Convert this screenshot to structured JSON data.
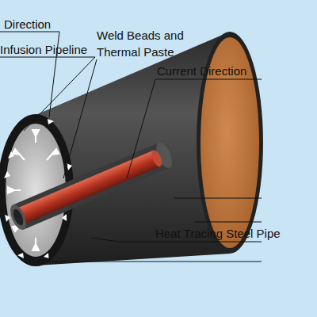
{
  "diagram": {
    "labels": [
      "Direction",
      "Infusion Pipeline",
      "Weld Beads and Thermal Paste",
      "Current Direction",
      "Heat Tracing Steel Pipe"
    ]
  }
}
